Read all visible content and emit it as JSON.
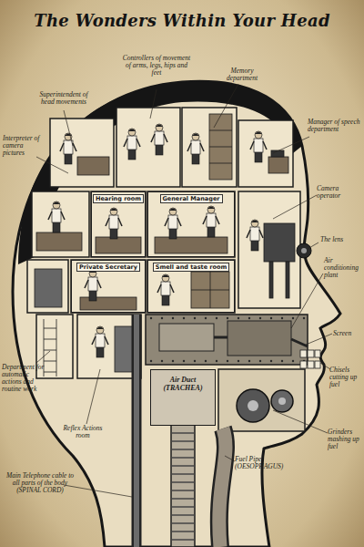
{
  "diagram": {
    "title": "The Wonders Within Your Head",
    "nodes": [
      {
        "text": [
          "Hearing room"
        ]
      },
      {
        "text": [
          "General Manager"
        ]
      },
      {
        "text": [
          "Private Secretary"
        ]
      },
      {
        "text": [
          "Smell and taste room"
        ]
      },
      {
        "text": [
          "Air Duct (TRACHEA)"
        ]
      }
    ],
    "labels": [
      "Controllers of movement of arms, legs, hips and feet",
      "Superintendent of head movements",
      "Memory department",
      "Interpreter of camera pictures",
      "Manager of speech department",
      "Camera operator",
      "The lens",
      "Air conditioning plant",
      "Screen",
      "Department for automatic actions and routine work",
      "Chisels cutting up fuel",
      "Reflex Actions room",
      "Grinders mashing up fuel",
      "Fuel Pipe (OESOPHAGUS)",
      "Main Telephone cable to all parts of the body (SPINAL CORD)"
    ]
  }
}
